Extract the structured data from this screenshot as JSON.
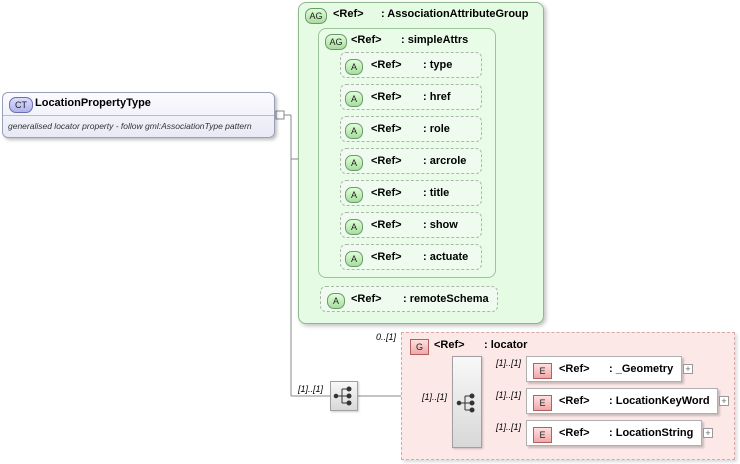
{
  "complex_type": {
    "badge": "CT",
    "name": "LocationPropertyType",
    "description": "generalised locator property  - follow gml:AssociationType pattern"
  },
  "association_group": {
    "badge": "AG",
    "ref": "<Ref>",
    "name": ": AssociationAttributeGroup"
  },
  "simple_attrs": {
    "badge": "AG",
    "ref": "<Ref>",
    "name": ": simpleAttrs"
  },
  "attributes": [
    {
      "badge": "A",
      "ref": "<Ref>",
      "name": ": type"
    },
    {
      "badge": "A",
      "ref": "<Ref>",
      "name": ": href"
    },
    {
      "badge": "A",
      "ref": "<Ref>",
      "name": ": role"
    },
    {
      "badge": "A",
      "ref": "<Ref>",
      "name": ": arcrole"
    },
    {
      "badge": "A",
      "ref": "<Ref>",
      "name": ": title"
    },
    {
      "badge": "A",
      "ref": "<Ref>",
      "name": ": show"
    },
    {
      "badge": "A",
      "ref": "<Ref>",
      "name": ": actuate"
    }
  ],
  "remote_schema": {
    "badge": "A",
    "ref": "<Ref>",
    "name": ": remoteSchema"
  },
  "sequence_cardinality": "[1]..[1]",
  "locator_group": {
    "badge": "G",
    "ref": "<Ref>",
    "name": ": locator",
    "cardinality": "0..[1]",
    "choice_cardinality": "[1]..[1]"
  },
  "elements": [
    {
      "badge": "E",
      "ref": "<Ref>",
      "name": ": _Geometry",
      "cardinality": "[1]..[1]"
    },
    {
      "badge": "E",
      "ref": "<Ref>",
      "name": ": LocationKeyWord",
      "cardinality": "[1]..[1]"
    },
    {
      "badge": "E",
      "ref": "<Ref>",
      "name": ": LocationString",
      "cardinality": "[1]..[1]"
    }
  ],
  "expand_symbol": "+"
}
